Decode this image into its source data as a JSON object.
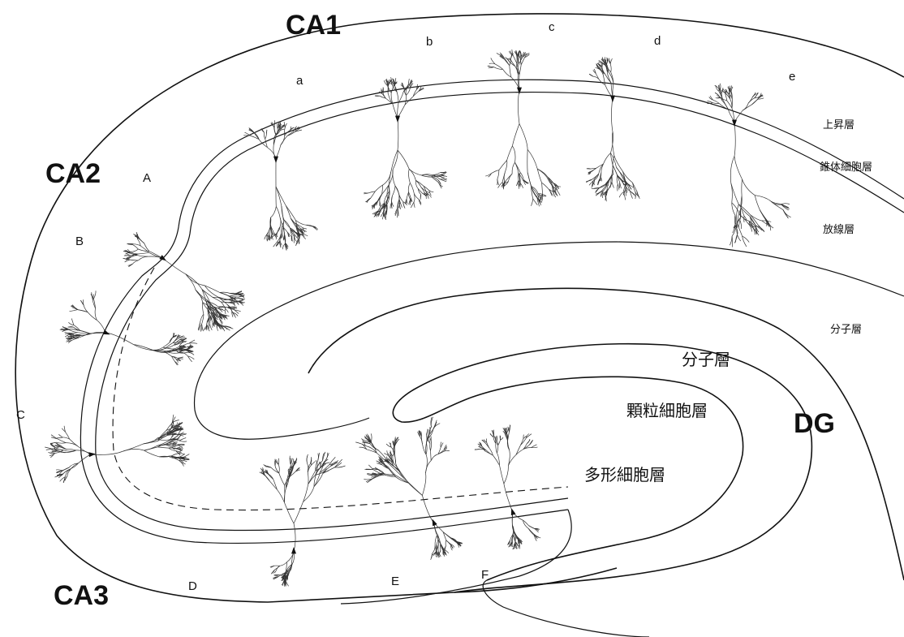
{
  "regions": {
    "ca1": "CA1",
    "ca2": "CA2",
    "ca3": "CA3",
    "dg": "DG"
  },
  "neuron_labels": {
    "a": "a",
    "b": "b",
    "c": "c",
    "d": "d",
    "e": "e",
    "A": "A",
    "B": "B",
    "C": "C",
    "D": "D",
    "E": "E",
    "F": "F"
  },
  "ca1_layers": {
    "oriens": "上昇層",
    "pyramidal": "錐体細胞層",
    "radiatum": "放線層",
    "moleculare": "分子層"
  },
  "dg_layers": {
    "moleculare": "分子層",
    "granular": "顆粒細胞層",
    "polymorphic": "多形細胞層"
  }
}
